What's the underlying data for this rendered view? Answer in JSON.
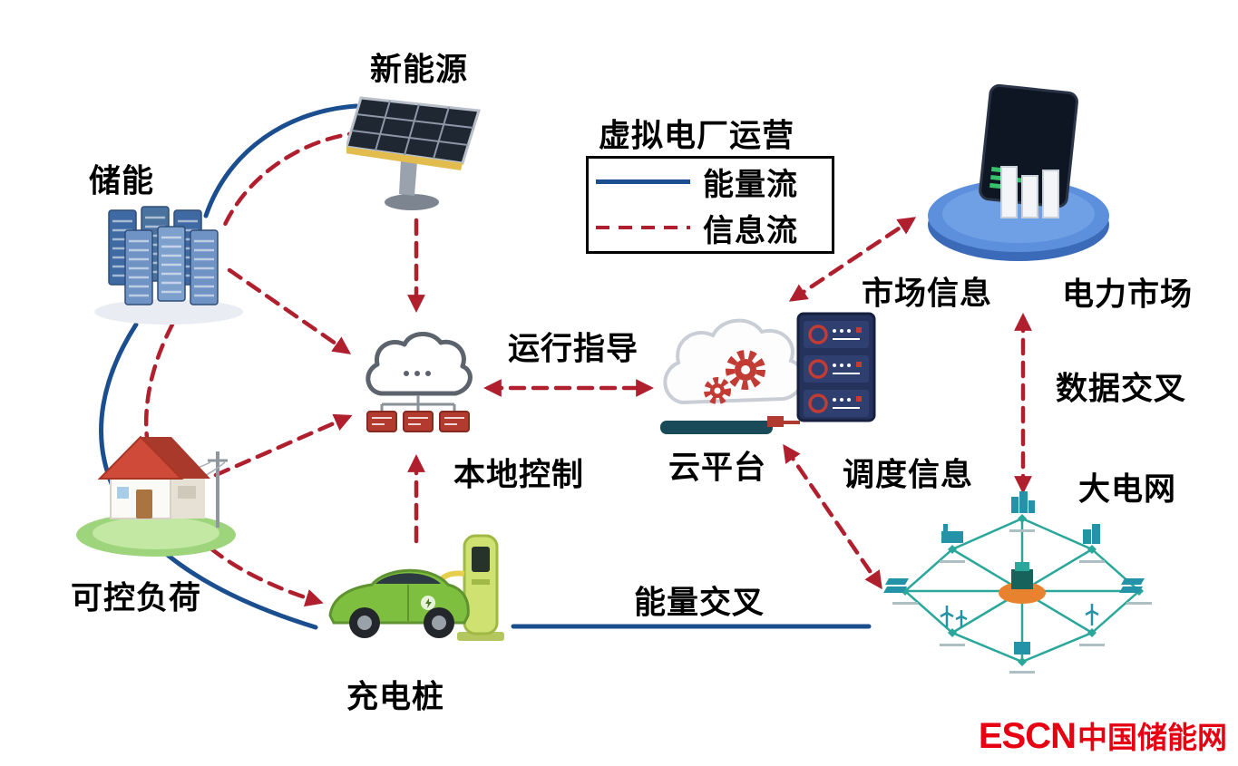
{
  "legend": {
    "title": "虚拟电厂运营",
    "energy_flow": "能量流",
    "info_flow": "信息流"
  },
  "nodes": {
    "new_energy": "新能源",
    "storage": "储能",
    "controllable_load": "可控负荷",
    "charging_pile": "充电桩",
    "cloud_platform": "云平台",
    "power_market": "电力市场",
    "big_grid": "大电网"
  },
  "flow_labels": {
    "local_control": "本地控制",
    "operation_guidance": "运行指导",
    "market_info": "市场信息",
    "data_cross": "数据交叉",
    "dispatch_info": "调度信息",
    "energy_cross": "能量交叉"
  },
  "icons": {
    "new_energy": "solar-panel-icon",
    "storage": "battery-cabinets-icon",
    "controllable_load": "house-icon",
    "charging_pile": "ev-car-charger-icon",
    "local_controller": "cloud-network-icon",
    "cloud_platform": "cloud-server-gears-icon",
    "power_market": "market-disc-chart-icon",
    "big_grid": "grid-network-icon"
  },
  "watermark": {
    "brand": "ESCN",
    "site": "中国储能网"
  },
  "colors": {
    "energy_flow": "#1b4e8e",
    "info_flow": "#b01f2e",
    "watermark": "#e60012"
  }
}
